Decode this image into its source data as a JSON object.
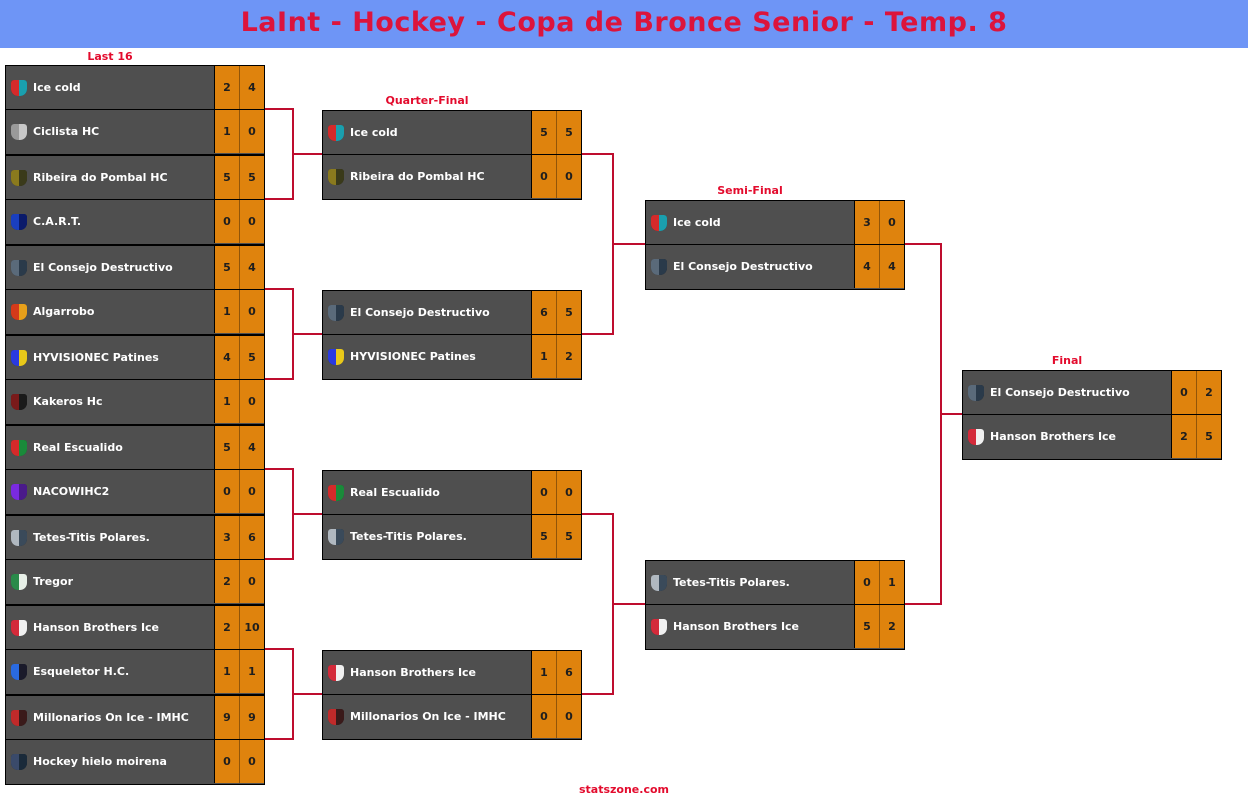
{
  "page": {
    "title": "LaInt - Hockey - Copa de Bronce Senior - Temp. 8",
    "watermark": "statszone.com",
    "colors": {
      "bg": "#6E95F6",
      "sheet": "#FFFFFF",
      "title_color": "#DC143C",
      "label_color": "#E30B2D",
      "card": "#4F4F4F",
      "orange": "#DF830D",
      "line": "#BE0D2E",
      "name_text": "#FFFFFF",
      "score_text": "#1E1E1E"
    }
  },
  "rounds": [
    {
      "label": "Last 16",
      "matches": [
        {
          "teams": [
            {
              "name": "Ice cold",
              "logo": [
                "#D42A2A",
                "#1A9FAE"
              ],
              "scores": [
                "2",
                "4"
              ]
            },
            {
              "name": "Ciclista HC",
              "logo": [
                "#9A9A9A",
                "#C8C8C8"
              ],
              "scores": [
                "1",
                "0"
              ]
            }
          ]
        },
        {
          "teams": [
            {
              "name": "Ribeira do Pombal HC",
              "logo": [
                "#8A7A1E",
                "#3A3A1A"
              ],
              "scores": [
                "5",
                "5"
              ]
            },
            {
              "name": "C.A.R.T.",
              "logo": [
                "#1A3FBF",
                "#0A1A6A"
              ],
              "scores": [
                "0",
                "0"
              ]
            }
          ]
        },
        {
          "teams": [
            {
              "name": "El Consejo Destructivo",
              "logo": [
                "#5A6A7A",
                "#2A3A4A"
              ],
              "scores": [
                "5",
                "4"
              ]
            },
            {
              "name": "Algarrobo",
              "logo": [
                "#D43A1A",
                "#E8A01A"
              ],
              "scores": [
                "1",
                "0"
              ]
            }
          ]
        },
        {
          "teams": [
            {
              "name": "HYVISIONEC Patines",
              "logo": [
                "#2A3AE0",
                "#E8C81A"
              ],
              "scores": [
                "4",
                "5"
              ]
            },
            {
              "name": "Kakeros Hc",
              "logo": [
                "#7A1A1A",
                "#1A1A1A"
              ],
              "scores": [
                "1",
                "0"
              ]
            }
          ]
        },
        {
          "teams": [
            {
              "name": "Real Escualido",
              "logo": [
                "#D42A2A",
                "#1A8A3A"
              ],
              "scores": [
                "5",
                "4"
              ]
            },
            {
              "name": "NACOWIHC2",
              "logo": [
                "#7A2AE0",
                "#4A1A8A"
              ],
              "scores": [
                "0",
                "0"
              ]
            }
          ]
        },
        {
          "teams": [
            {
              "name": "Tetes-Titis Polares.",
              "logo": [
                "#B0B8C0",
                "#3A4A5A"
              ],
              "scores": [
                "3",
                "6"
              ]
            },
            {
              "name": "Tregor",
              "logo": [
                "#2A8A4A",
                "#E8F0E8"
              ],
              "scores": [
                "2",
                "0"
              ]
            }
          ]
        },
        {
          "teams": [
            {
              "name": "Hanson Brothers Ice",
              "logo": [
                "#D42A3A",
                "#F0F0F0"
              ],
              "scores": [
                "2",
                "10"
              ]
            },
            {
              "name": "Esqueletor H.C.",
              "logo": [
                "#2A6AE0",
                "#1A1A2A"
              ],
              "scores": [
                "1",
                "1"
              ]
            }
          ]
        },
        {
          "teams": [
            {
              "name": "Millonarios On Ice - IMHC",
              "logo": [
                "#C02A2A",
                "#3A1A1A"
              ],
              "scores": [
                "9",
                "9"
              ]
            },
            {
              "name": "Hockey hielo moirena",
              "logo": [
                "#3A4A6A",
                "#1A2A3A"
              ],
              "scores": [
                "0",
                "0"
              ]
            }
          ]
        }
      ]
    },
    {
      "label": "Quarter-Final",
      "matches": [
        {
          "teams": [
            {
              "name": "Ice cold",
              "logo": [
                "#D42A2A",
                "#1A9FAE"
              ],
              "scores": [
                "5",
                "5"
              ]
            },
            {
              "name": "Ribeira do Pombal HC",
              "logo": [
                "#8A7A1E",
                "#3A3A1A"
              ],
              "scores": [
                "0",
                "0"
              ]
            }
          ]
        },
        {
          "teams": [
            {
              "name": "El Consejo Destructivo",
              "logo": [
                "#5A6A7A",
                "#2A3A4A"
              ],
              "scores": [
                "6",
                "5"
              ]
            },
            {
              "name": "HYVISIONEC Patines",
              "logo": [
                "#2A3AE0",
                "#E8C81A"
              ],
              "scores": [
                "1",
                "2"
              ]
            }
          ]
        },
        {
          "teams": [
            {
              "name": "Real Escualido",
              "logo": [
                "#D42A2A",
                "#1A8A3A"
              ],
              "scores": [
                "0",
                "0"
              ]
            },
            {
              "name": "Tetes-Titis Polares.",
              "logo": [
                "#B0B8C0",
                "#3A4A5A"
              ],
              "scores": [
                "5",
                "5"
              ]
            }
          ]
        },
        {
          "teams": [
            {
              "name": "Hanson Brothers Ice",
              "logo": [
                "#D42A3A",
                "#F0F0F0"
              ],
              "scores": [
                "1",
                "6"
              ]
            },
            {
              "name": "Millonarios On Ice - IMHC",
              "logo": [
                "#C02A2A",
                "#3A1A1A"
              ],
              "scores": [
                "0",
                "0"
              ]
            }
          ]
        }
      ]
    },
    {
      "label": "Semi-Final",
      "matches": [
        {
          "teams": [
            {
              "name": "Ice cold",
              "logo": [
                "#D42A2A",
                "#1A9FAE"
              ],
              "scores": [
                "3",
                "0"
              ]
            },
            {
              "name": "El Consejo Destructivo",
              "logo": [
                "#5A6A7A",
                "#2A3A4A"
              ],
              "scores": [
                "4",
                "4"
              ]
            }
          ]
        },
        {
          "teams": [
            {
              "name": "Tetes-Titis Polares.",
              "logo": [
                "#B0B8C0",
                "#3A4A5A"
              ],
              "scores": [
                "0",
                "1"
              ]
            },
            {
              "name": "Hanson Brothers Ice",
              "logo": [
                "#D42A3A",
                "#F0F0F0"
              ],
              "scores": [
                "5",
                "2"
              ]
            }
          ]
        }
      ]
    },
    {
      "label": "Final",
      "matches": [
        {
          "teams": [
            {
              "name": "El Consejo Destructivo",
              "logo": [
                "#5A6A7A",
                "#2A3A4A"
              ],
              "scores": [
                "0",
                "2"
              ]
            },
            {
              "name": "Hanson Brothers Ice",
              "logo": [
                "#D42A3A",
                "#F0F0F0"
              ],
              "scores": [
                "2",
                "5"
              ]
            }
          ]
        }
      ]
    }
  ]
}
